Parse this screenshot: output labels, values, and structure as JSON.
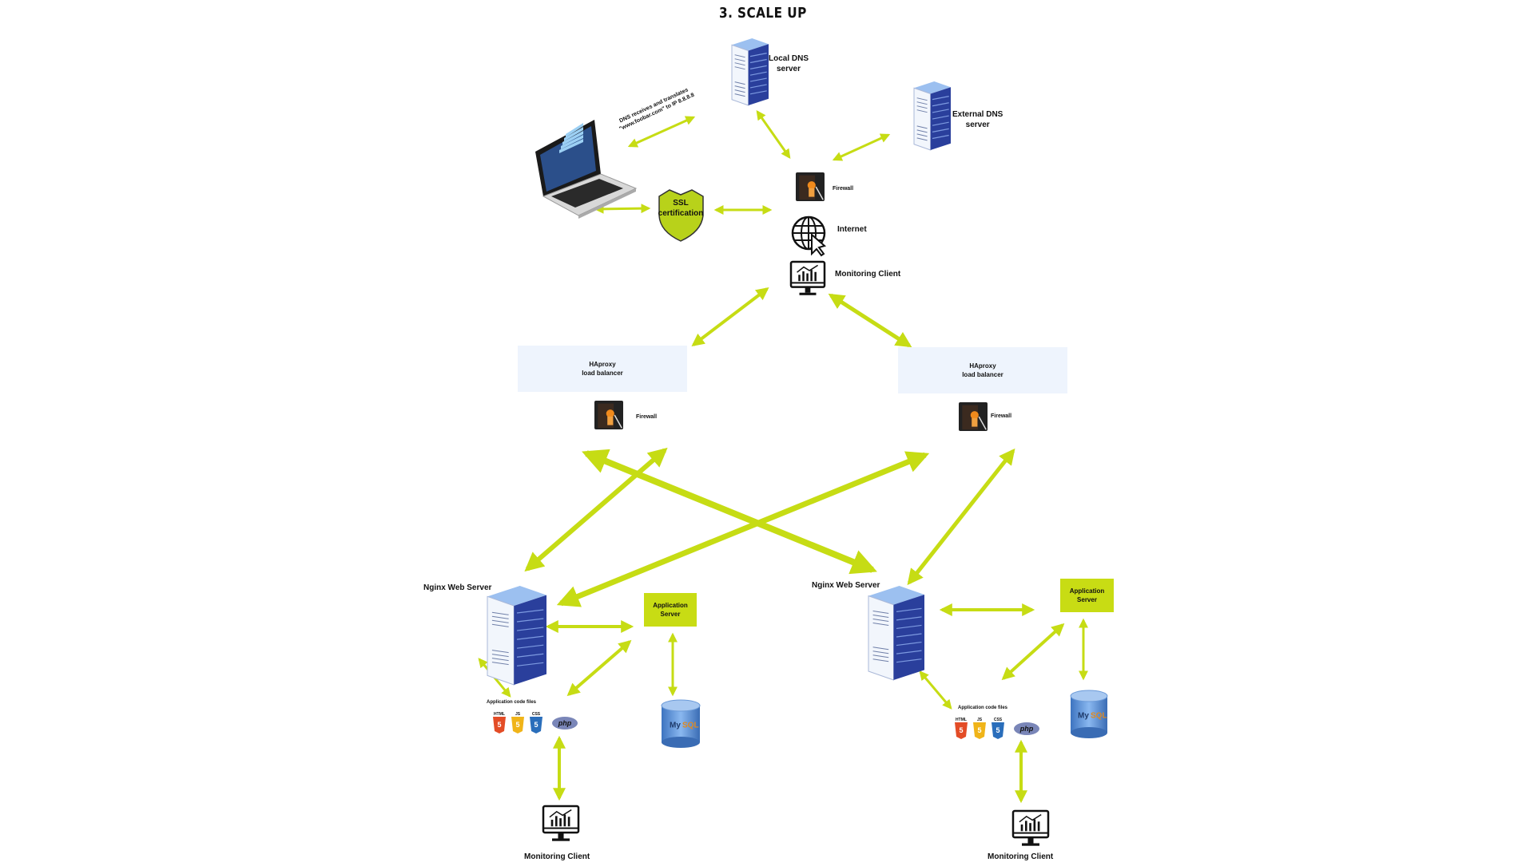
{
  "title": "3. SCALE UP",
  "labels": {
    "local_dns": [
      "Local DNS",
      "server"
    ],
    "external_dns": [
      "External DNS",
      "server"
    ],
    "dns_note": [
      "DNS receives and translates",
      "\"www.foobar.com\" to IP 8.8.8.8"
    ],
    "ssl": [
      "SSL",
      "certification"
    ],
    "firewall": "Firewall",
    "internet": "Internet",
    "monitoring_client": "Monitoring Client",
    "haproxy": [
      "HAproxy",
      "load balancer"
    ],
    "nginx": "Nginx Web Server",
    "app_server": [
      "Application",
      "Server"
    ],
    "app_code_files": "Application code files",
    "code_badges": [
      "HTML",
      "JS",
      "CSS",
      "php"
    ],
    "mysql": "MySQL"
  },
  "colors": {
    "arrow": "#c6dc14",
    "server_light": "#9cc0f0",
    "server_dark": "#2a3f9c",
    "lb_box": "#eef4fd",
    "app_server_box": "#c8dc14",
    "shield": "#b8d21a"
  }
}
